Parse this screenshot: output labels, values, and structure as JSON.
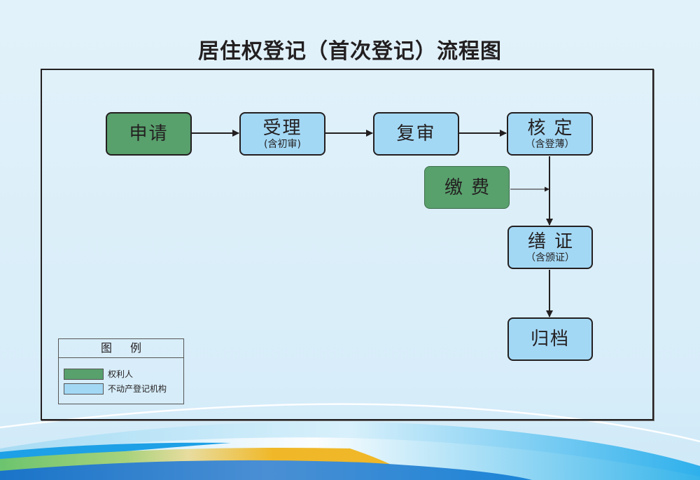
{
  "title": "居住权登记（首次登记）流程图",
  "colors": {
    "applicant_green": "#58a06c",
    "agency_blue": "#a3d8f5",
    "stroke": "#231f20"
  },
  "nodes": {
    "apply": {
      "label": "申请",
      "role": "applicant"
    },
    "accept": {
      "label": "受理",
      "sub": "(含初审)",
      "role": "agency"
    },
    "review": {
      "label": "复审",
      "role": "agency"
    },
    "verify": {
      "label": "核定",
      "sub": "（含登薄）",
      "role": "agency"
    },
    "pay": {
      "label": "缴费",
      "role": "applicant"
    },
    "certify": {
      "label": "缮证",
      "sub": "（含颁证）",
      "role": "agency"
    },
    "archive": {
      "label": "归档",
      "role": "agency"
    }
  },
  "edges": [
    {
      "from": "apply",
      "to": "accept"
    },
    {
      "from": "accept",
      "to": "review"
    },
    {
      "from": "review",
      "to": "verify"
    },
    {
      "from": "verify",
      "to": "certify"
    },
    {
      "from": "pay",
      "to": "certify"
    },
    {
      "from": "certify",
      "to": "archive"
    }
  ],
  "legend": {
    "title": "图例",
    "items": [
      {
        "label": "权利人",
        "color": "#58a06c"
      },
      {
        "label": "不动产登记机构",
        "color": "#a3d8f5"
      }
    ]
  }
}
